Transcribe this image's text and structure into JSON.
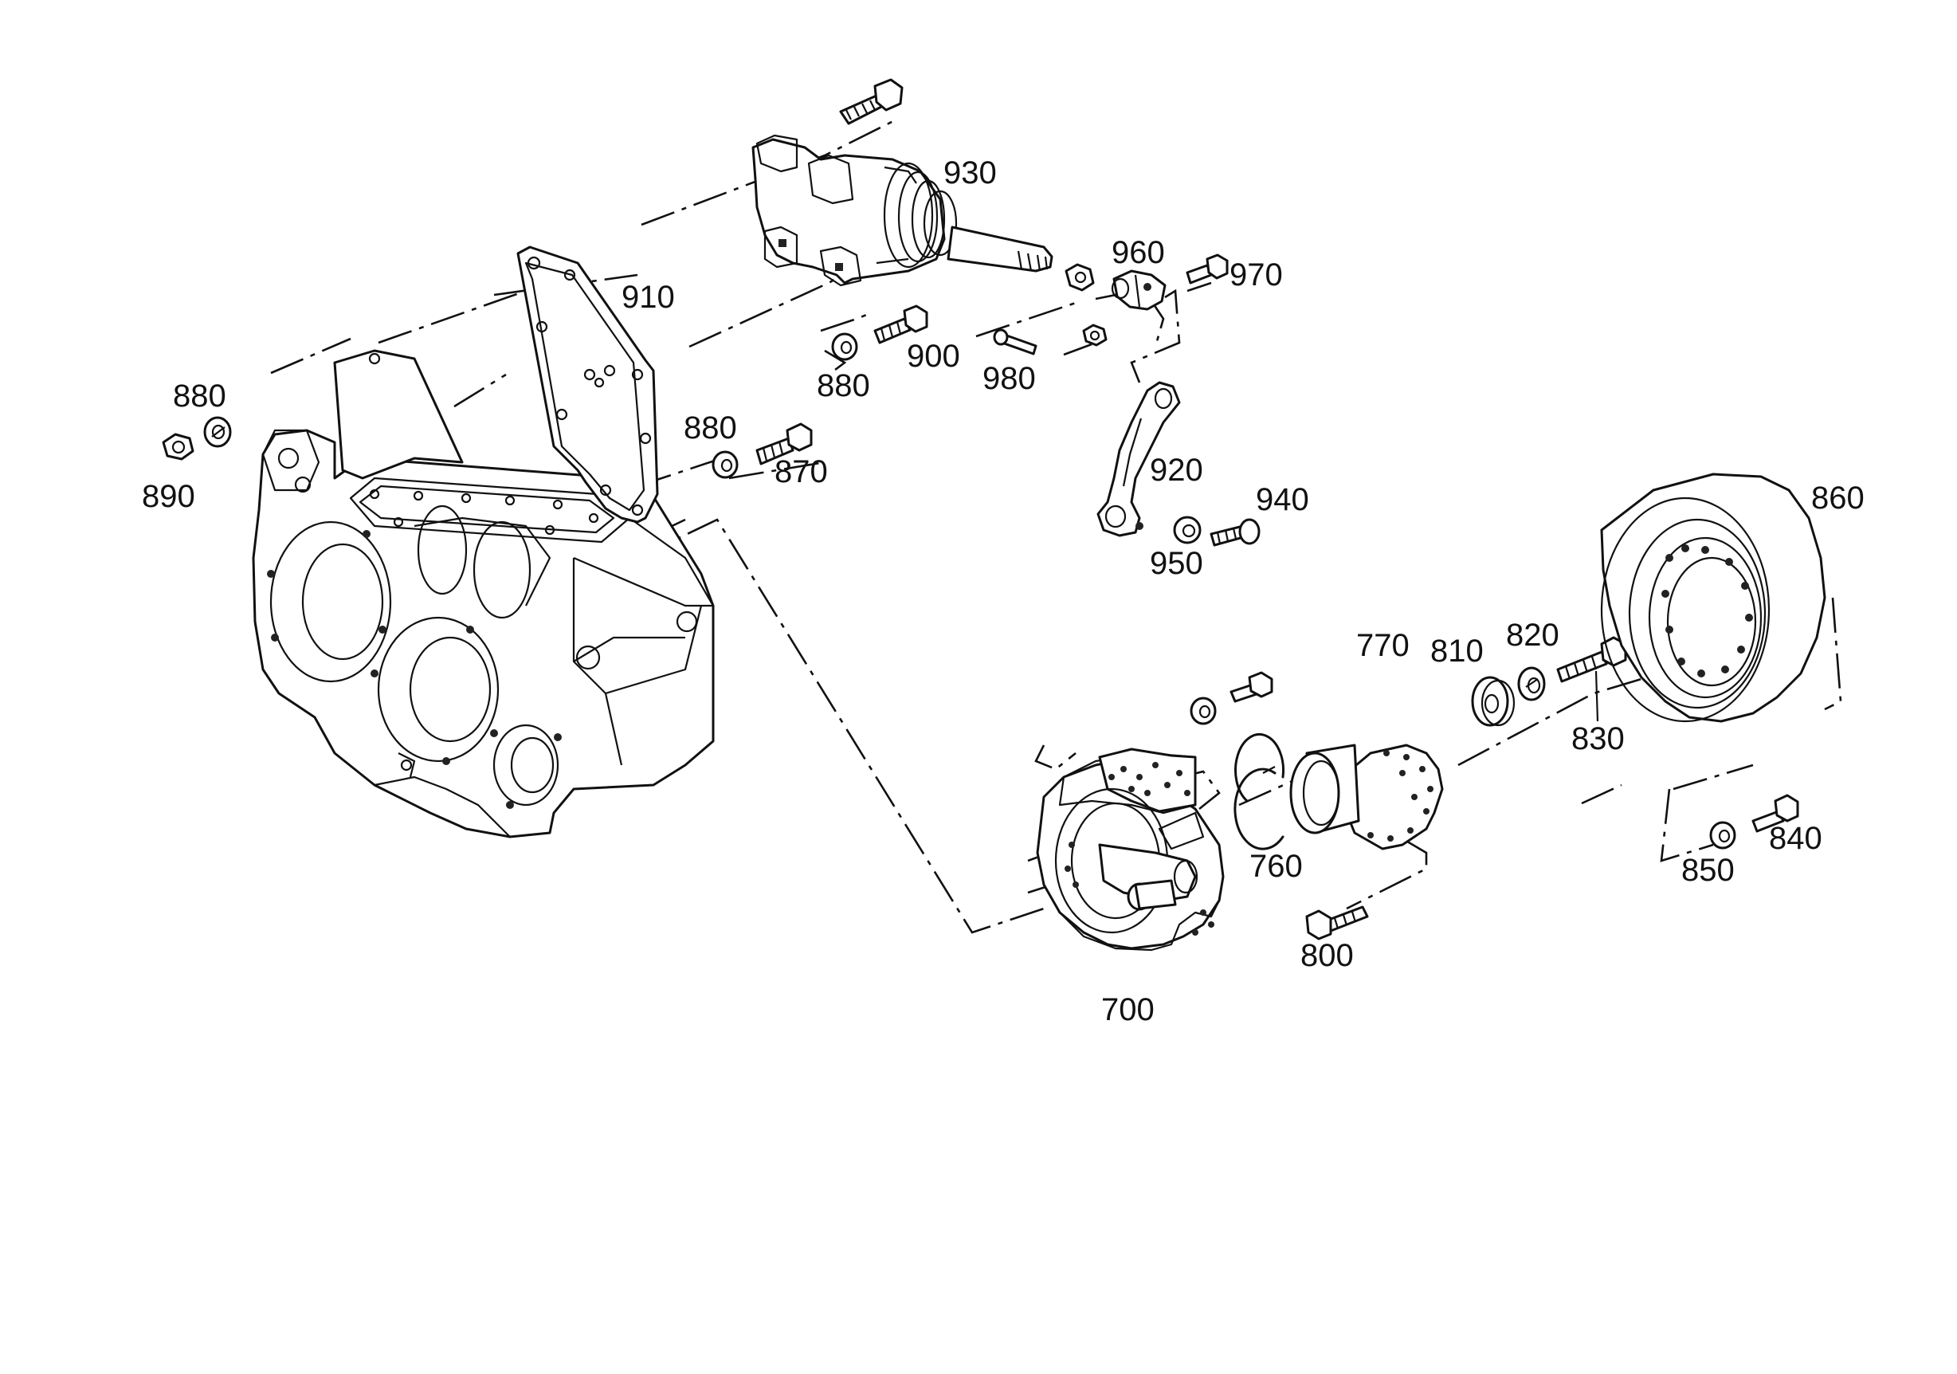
{
  "labels": {
    "p700": "700",
    "p760": "760",
    "p770": "770",
    "p800": "800",
    "p810": "810",
    "p820": "820",
    "p830": "830",
    "p840": "840",
    "p850": "850",
    "p860": "860",
    "p870": "870",
    "p880a": "880",
    "p880b": "880",
    "p880c": "880",
    "p890": "890",
    "p900": "900",
    "p910": "910",
    "p920": "920",
    "p930": "930",
    "p940": "940",
    "p950": "950",
    "p960": "960",
    "p970": "970",
    "p980": "980"
  },
  "colors": {
    "ink": "#111111",
    "paper": "#ffffff"
  }
}
